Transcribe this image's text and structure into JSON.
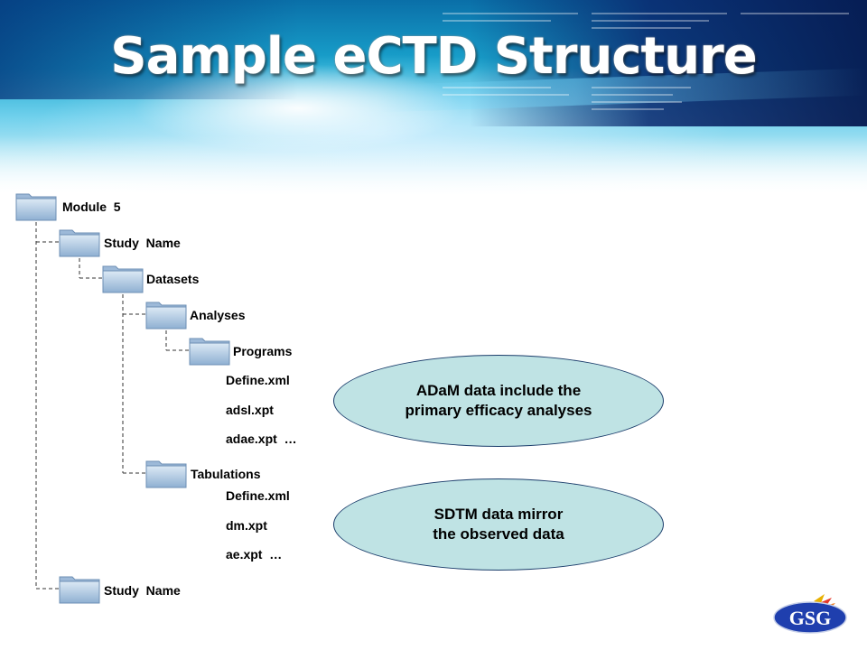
{
  "slide": {
    "title": "Sample eCTD Structure"
  },
  "tree": {
    "module": "Module  5",
    "study_name_1": "Study  Name",
    "datasets": "Datasets",
    "analyses": "Analyses",
    "programs": "Programs",
    "analyses_files": [
      "Define.xml",
      "adsl.xpt",
      "adae.xpt  …"
    ],
    "tabulations": "Tabulations",
    "tabulations_files": [
      "Define.xml",
      "dm.xpt",
      "ae.xpt  …"
    ],
    "study_name_2": "Study  Name"
  },
  "callouts": {
    "adam": "ADaM data include the\nprimary efficacy analyses",
    "sdtm": "SDTM data mirror\nthe observed data"
  },
  "logo": {
    "text": "GSG"
  },
  "colors": {
    "callout_fill": "#bfe3e4",
    "callout_border": "#1b3d6b",
    "logo_blue": "#1f3fae"
  }
}
